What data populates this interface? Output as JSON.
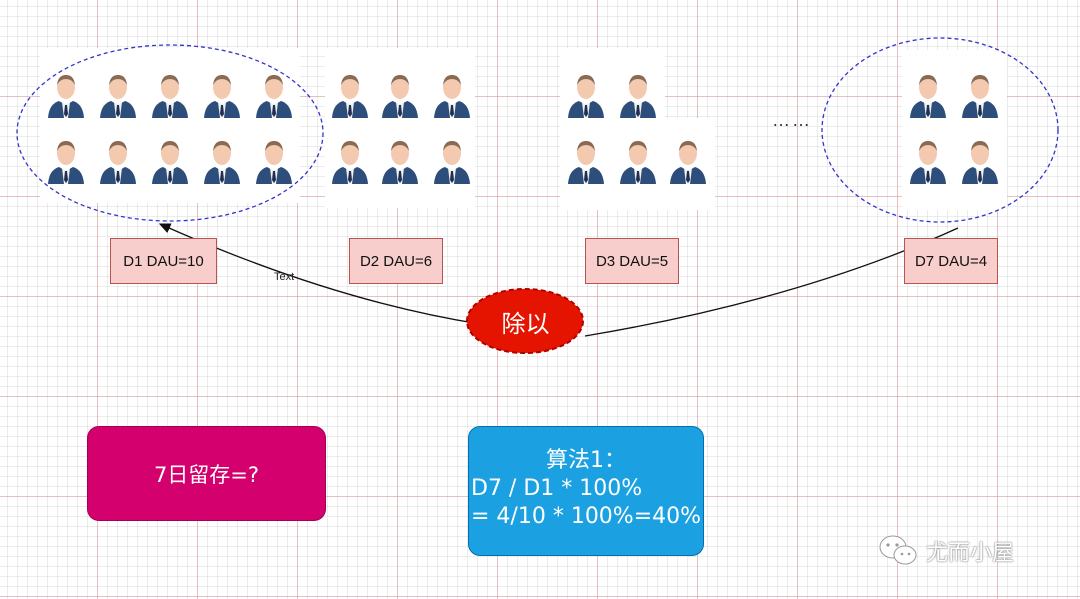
{
  "labels": {
    "d1": "D1 DAU=10",
    "d2": "D2 DAU=6",
    "d3": "D3 DAU=5",
    "d7": "D7 DAU=4"
  },
  "connector_text": "Text",
  "ellipsis": "……",
  "divide_label": "除以",
  "retention_question": "7日留存=?",
  "algorithm": {
    "title": "算法1：",
    "line1": "D7 / D1 * 100%",
    "line2": "= 4/10 * 100%=40%"
  },
  "watermark": "尤而小屋",
  "counts": {
    "d1": 10,
    "d2": 6,
    "d3": 5,
    "d7": 4
  },
  "colors": {
    "label_fill": "#f8cecc",
    "label_border": "#b85450",
    "divide_fill": "#e51400",
    "retention_fill": "#d4006e",
    "algo_fill": "#1ba1e2",
    "ellipse_stroke": "#3333cc"
  }
}
